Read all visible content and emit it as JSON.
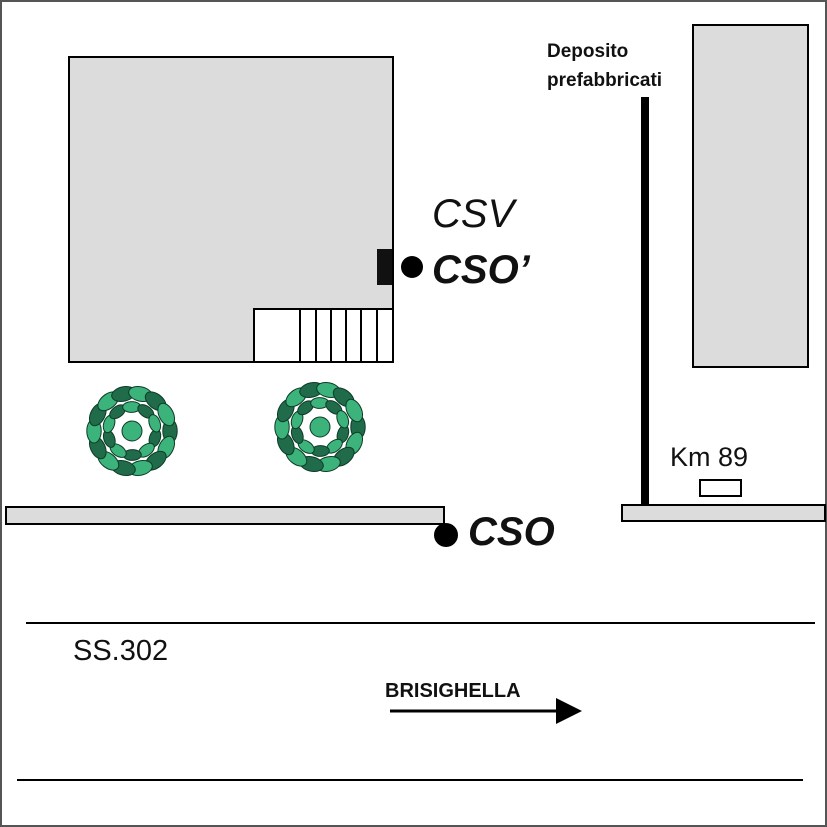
{
  "map": {
    "labels": {
      "deposito_line1": "Deposito",
      "deposito_line2": "prefabbricati",
      "csv": "CSV",
      "cso_prime": "CSO’",
      "cso": "CSO",
      "km": "Km 89",
      "road": "SS.302",
      "direction": "BRISIGHELLA"
    },
    "colors": {
      "building_fill": "#dcdcdc",
      "outline": "#000000",
      "tree_dark": "#1f6b4a",
      "tree_light": "#3cb37a",
      "road_line": "#000000"
    },
    "icons": {
      "tree": "tree-icon",
      "marker": "point-marker-icon",
      "arrow": "arrow-right-icon"
    }
  }
}
